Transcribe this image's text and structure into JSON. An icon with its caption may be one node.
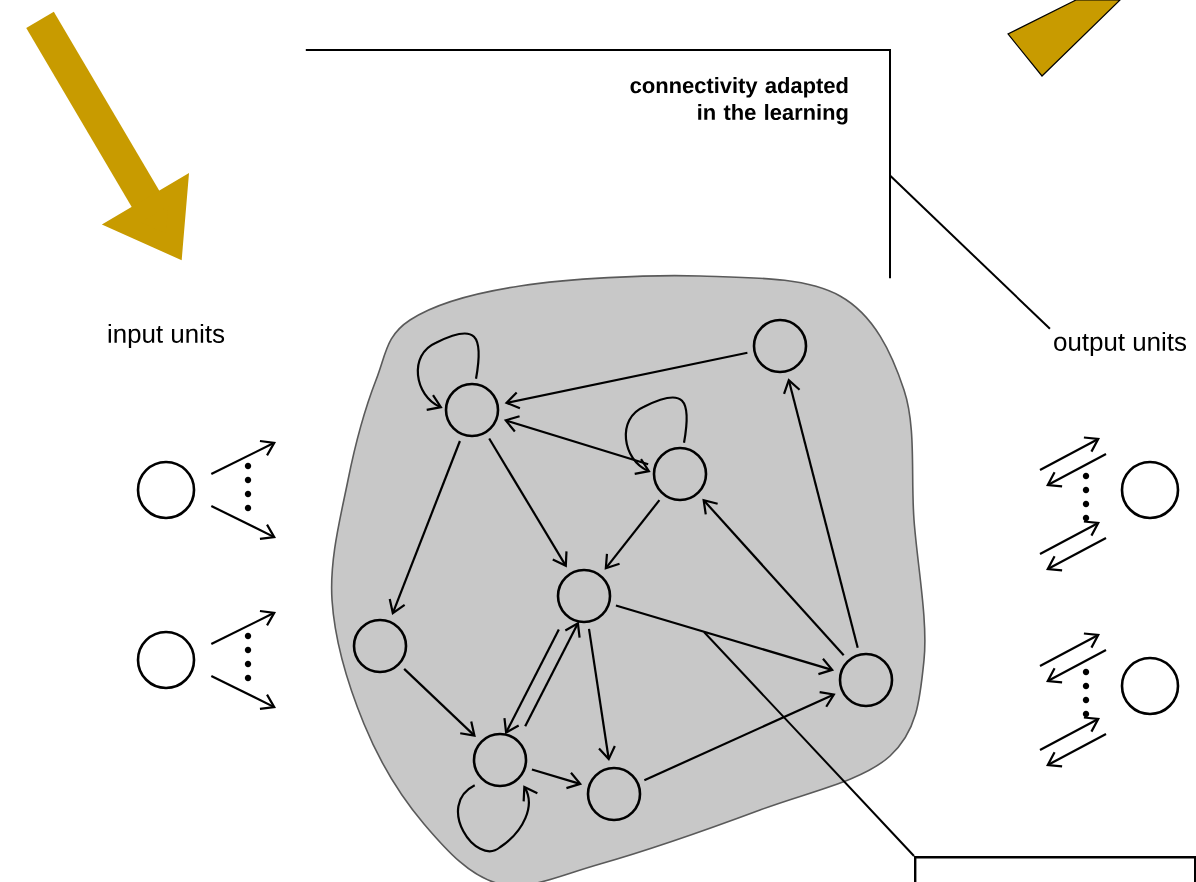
{
  "diagram": {
    "nodes": [
      {
        "text": [
          "input units"
        ]
      },
      {
        "text": [
          "output units"
        ]
      },
      {
        "text": [
          "connectivity adapted in the learning"
        ]
      },
      {
        "text": [],
        "shape": "cloud"
      },
      {
        "text": [],
        "shape": "circle",
        "in": 3
      },
      {
        "text": [],
        "shape": "circle",
        "in": 3
      },
      {
        "text": [],
        "shape": "circle",
        "in": 3
      },
      {
        "text": [],
        "shape": "circle",
        "in": 3
      },
      {
        "text": [],
        "shape": "circle",
        "in": 3
      },
      {
        "text": [],
        "shape": "circle",
        "in": 3
      },
      {
        "text": [],
        "shape": "circle",
        "in": 3
      },
      {
        "text": [],
        "shape": "circle",
        "in": 3
      },
      {
        "text": [],
        "shape": "circle"
      },
      {
        "text": [],
        "shape": "circle"
      },
      {
        "text": [],
        "shape": "circle"
      },
      {
        "text": [],
        "shape": "circle"
      },
      {
        "text": [],
        "shape": "box"
      }
    ],
    "edges": [
      {
        "from": null,
        "to": 0,
        "arrow": "to",
        "style": "thick",
        "color": "#c89b00"
      },
      {
        "from": 2,
        "to": 1,
        "arrow": "none"
      },
      {
        "from": 16,
        "to": 3,
        "arrow": "none"
      },
      {
        "from": 4,
        "to": 5,
        "arrow": "to"
      },
      {
        "from": 6,
        "to": 5,
        "arrow": "to"
      },
      {
        "from": 5,
        "to": 5,
        "arrow": "to"
      },
      {
        "from": 6,
        "to": 6,
        "arrow": "to"
      },
      {
        "from": 5,
        "to": 8,
        "arrow": "to"
      },
      {
        "from": 5,
        "to": 7,
        "arrow": "to"
      },
      {
        "from": 6,
        "to": 7,
        "arrow": "to"
      },
      {
        "from": 7,
        "to": 9,
        "arrow": "to"
      },
      {
        "from": 9,
        "to": 6,
        "arrow": "to"
      },
      {
        "from": 9,
        "to": 4,
        "arrow": "to"
      },
      {
        "from": 8,
        "to": 10,
        "arrow": "to"
      },
      {
        "from": 10,
        "to": 7,
        "arrow": "to"
      },
      {
        "from": 7,
        "to": 10,
        "arrow": "to"
      },
      {
        "from": 7,
        "to": 11,
        "arrow": "to"
      },
      {
        "from": 10,
        "to": 11,
        "arrow": "to"
      },
      {
        "from": 10,
        "to": 10,
        "arrow": "to"
      },
      {
        "from": 11,
        "to": 9,
        "arrow": "to"
      },
      {
        "from": 12,
        "to": null,
        "arrow": "to"
      },
      {
        "from": 12,
        "to": null,
        "arrow": "to"
      },
      {
        "from": 13,
        "to": null,
        "arrow": "to"
      },
      {
        "from": 13,
        "to": null,
        "arrow": "to"
      }
    ]
  }
}
